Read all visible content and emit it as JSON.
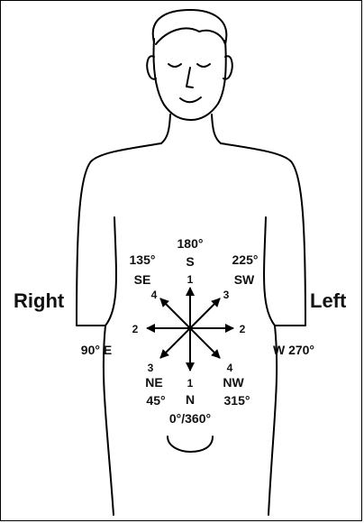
{
  "side_labels": {
    "right": "Right",
    "left": "Left"
  },
  "directions": {
    "south": {
      "degree": "180°",
      "letter": "S",
      "number": "1"
    },
    "southeast": {
      "degree": "135°",
      "letter": "SE",
      "number": "4"
    },
    "southwest": {
      "degree": "225°",
      "letter": "SW",
      "number": "3"
    },
    "east": {
      "label": "90° E",
      "number": "2"
    },
    "west": {
      "label": "W 270°",
      "number": "2"
    },
    "northeast": {
      "number": "3",
      "letter": "NE",
      "degree": "45°"
    },
    "north": {
      "number": "1",
      "letter": "N",
      "degree": "0°/360°"
    },
    "northwest": {
      "number": "4",
      "letter": "NW",
      "degree": "315°"
    }
  },
  "colors": {
    "line": "#000000",
    "background": "#ffffff"
  }
}
